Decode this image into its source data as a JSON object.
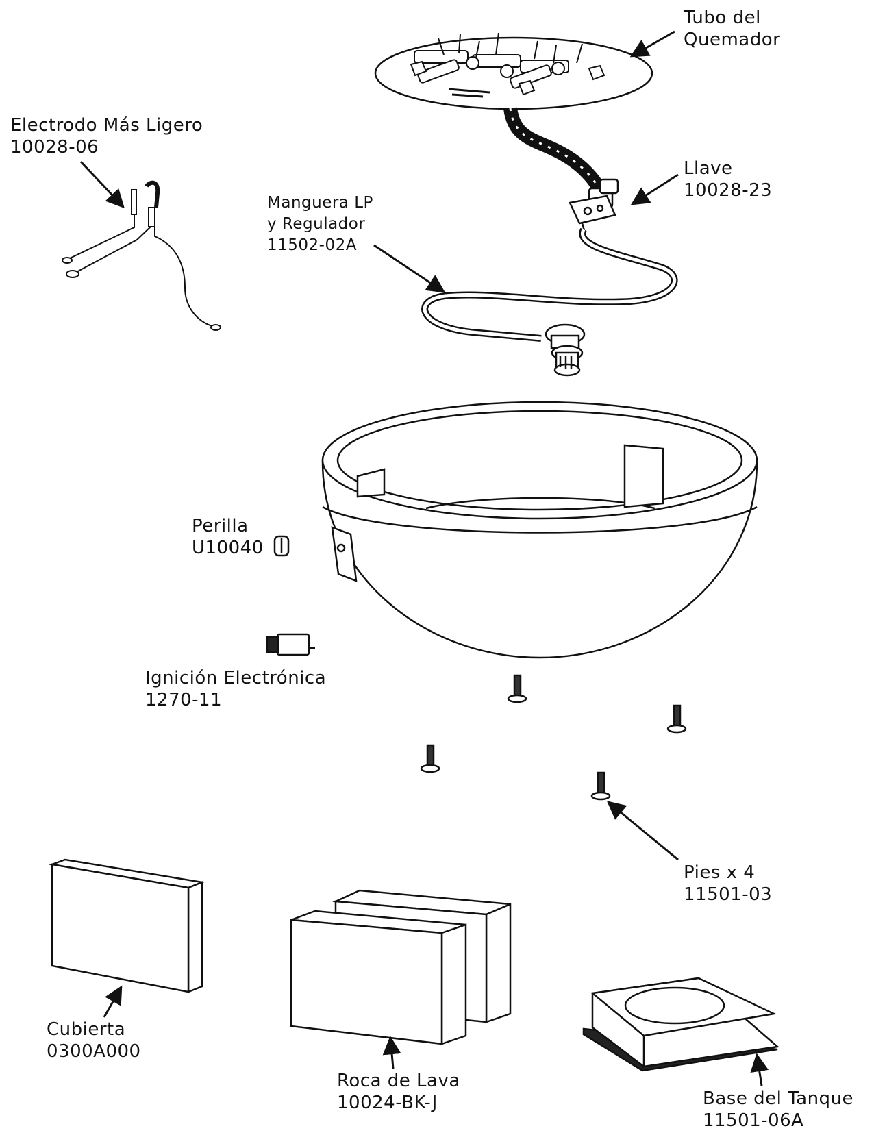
{
  "parts": [
    {
      "id": "burner",
      "name": "Tubo del",
      "name2": "Quemador",
      "code": ""
    },
    {
      "id": "electrode",
      "name": "Electrodo Más Ligero",
      "code": "10028-06"
    },
    {
      "id": "valve",
      "name": "Llave",
      "code": "10028-23"
    },
    {
      "id": "hose",
      "name": "Manguera LP",
      "name2": "y Regulador",
      "code": "11502-02A"
    },
    {
      "id": "knob",
      "name": "Perilla",
      "code": "U10040"
    },
    {
      "id": "igniter",
      "name": "Ignición Electrónica",
      "code": "1270-11"
    },
    {
      "id": "feet",
      "name": "Pies x 4",
      "code": "11501-03"
    },
    {
      "id": "cover",
      "name": "Cubierta",
      "code": "0300A000"
    },
    {
      "id": "lava",
      "name": "Roca de Lava",
      "code": "10024-BK-J"
    },
    {
      "id": "tank",
      "name": "Base del Tanque",
      "code": "11501-06A"
    }
  ]
}
